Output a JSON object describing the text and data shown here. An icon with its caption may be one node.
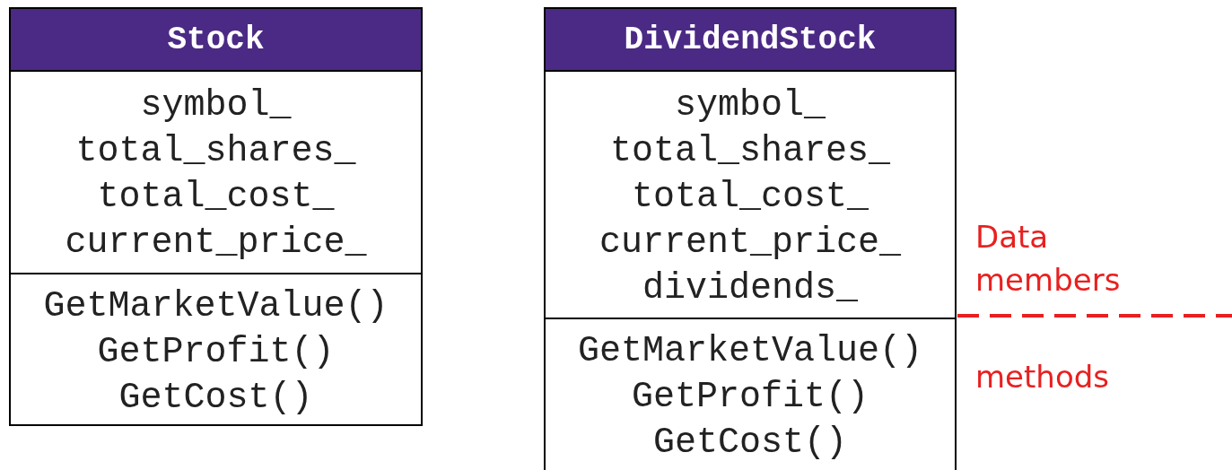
{
  "diagram": {
    "nodes": [
      {
        "text": [
          "Stock"
        ]
      },
      {
        "text": [
          "symbol_",
          "total_shares_",
          "total_cost_",
          "current_price_"
        ],
        "in": 0
      },
      {
        "text": [
          "GetMarketValue()",
          "GetProfit()",
          "GetCost()"
        ],
        "in": 0
      },
      {
        "text": [
          "DividendStock"
        ]
      },
      {
        "text": [
          "symbol_",
          "total_shares_",
          "total_cost_",
          "current_price_",
          "dividends_"
        ],
        "in": 3
      },
      {
        "text": [
          "GetMarketValue()",
          "GetProfit()",
          "GetCost()"
        ],
        "in": 3
      }
    ],
    "edges": [],
    "labels": [
      "Data members",
      "methods"
    ]
  }
}
